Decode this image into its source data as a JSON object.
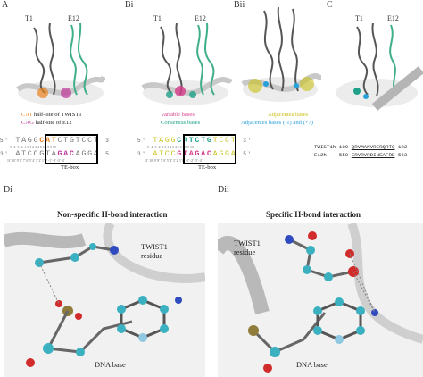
{
  "panels": {
    "A": "A",
    "Bi": "Bi",
    "Bii": "Bii",
    "C": "C",
    "Di": "Di",
    "Dii": "Dii"
  },
  "chains": {
    "t1": "T1",
    "e12": "E12"
  },
  "legend_a": {
    "cat_prefix": "CAT",
    "cat_text": " half-site of TWIST1",
    "cag_prefix": "CAG",
    "cag_text": " half-site of E12"
  },
  "legend_bi": {
    "variable": "Variable bases",
    "consensus": "Consensus bases"
  },
  "legend_bii": {
    "adjacent": "Adjacentes bases",
    "adjacent_pm": "Adjacentes bases (-1) and (+7)"
  },
  "sequence": {
    "top_5": "5'",
    "top_3": "3'",
    "bottom_5": "5'",
    "bottom_3": "3'",
    "top_a_left": "TAGG",
    "top_a_cat": "CAT",
    "top_a_ctg": "CTG",
    "top_a_right": "TCCT",
    "bot_a_left": "ATCC",
    "bot_a_gta": "GTA",
    "bot_a_gac": "GAC",
    "bot_a_right": "AGGA",
    "top_b_left": "TAGG",
    "top_b_mid": "CATCTG",
    "top_b_right": "TCCT",
    "bot_b_left": "ATCC",
    "bot_b_mid": "GTAGAC",
    "bot_b_right": "AGGA",
    "numbers_top": "-5 -4 -3 -2 -1  0  1  2  3  4  5  6  7  8  9 10",
    "numbers_bot": "11' 10'  9'  8'  7'  6'  5'  4'  3'  2'  1'  0' -1' -2' -3' -4'",
    "te_box": "TE-box"
  },
  "alignment": {
    "row1_name": "TWIST1h",
    "row1_start": "109",
    "row1_seq": "QRVMANVRERQRTQ",
    "row1_end": "122",
    "row2_name": "E12h",
    "row2_start": "550",
    "row2_seq": "ERVRVRDINEAFRE",
    "row2_end": "563"
  },
  "panel_di": {
    "title": "Non-specific H-bond interaction",
    "residue_line1": "TWIST1",
    "residue_line2": "residue",
    "dna_label": "DNA base"
  },
  "panel_dii": {
    "title": "Specific H-bond interaction",
    "residue_line1": "TWIST1",
    "residue_line2": "residue",
    "dna_label": "DNA base"
  },
  "colors": {
    "t1_helix": "#4d4d4d",
    "e12_helix": "#3fae8a",
    "cat": "#e8821e",
    "cag": "#c0359a",
    "variable": "#d63b8a",
    "consensus": "#1fa08a",
    "adjacent": "#c9c21a",
    "adjacent_pm": "#28a0d8"
  }
}
